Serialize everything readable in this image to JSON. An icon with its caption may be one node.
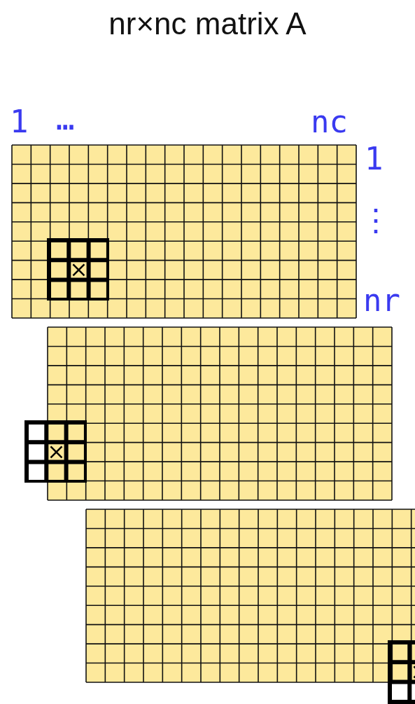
{
  "diagram": {
    "title": "nr×nc matrix A",
    "labels": [
      "1",
      "…",
      "nc",
      "1",
      "⋮",
      "nr"
    ]
  }
}
